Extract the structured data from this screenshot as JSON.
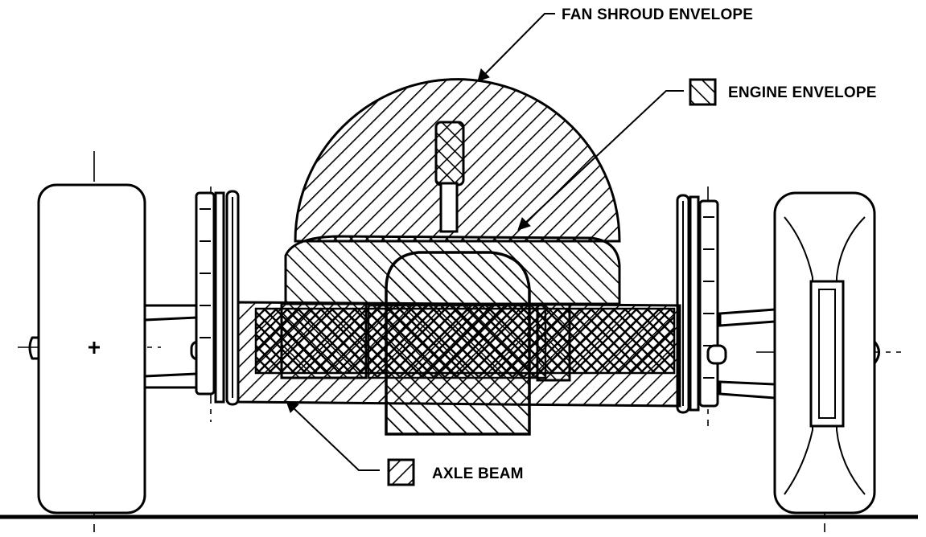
{
  "labels": {
    "fan_shroud": "FAN SHROUD ENVELOPE",
    "engine": "ENGINE ENVELOPE",
    "axle_beam": "AXLE BEAM"
  },
  "legend": {
    "engine_hatch": "forward-diagonal-hatch",
    "axle_hatch": "back-diagonal-hatch"
  },
  "colors": {
    "ink": "#000000",
    "background": "#ffffff"
  }
}
